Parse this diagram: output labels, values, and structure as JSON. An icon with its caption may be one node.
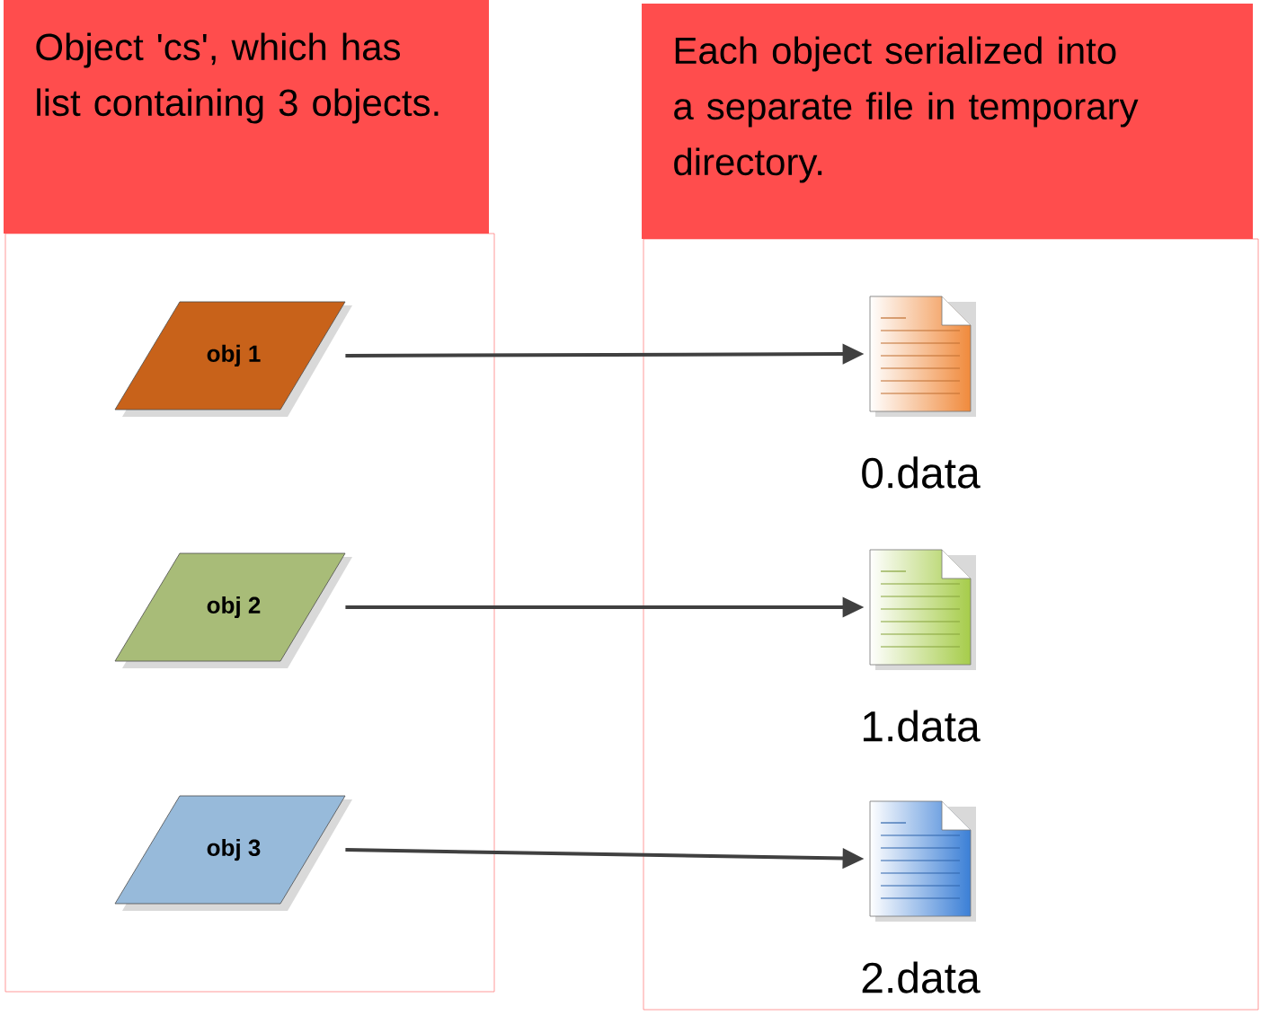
{
  "diagram": {
    "nodes": [
      {
        "text": [
          "Object 'cs', which has list containing 3 objects."
        ]
      },
      {
        "text": [
          "Each object serialized into a separate file in temporary directory."
        ]
      },
      {
        "text": [
          "obj 1"
        ],
        "in": 0
      },
      {
        "text": [
          "obj 2"
        ],
        "in": 0
      },
      {
        "text": [
          "obj 3"
        ],
        "in": 0
      },
      {
        "text": [],
        "shape": "document",
        "beside": [
          "0.data"
        ],
        "in": 1
      },
      {
        "text": [],
        "shape": "document",
        "beside": [
          "1.data"
        ],
        "in": 1
      },
      {
        "text": [],
        "shape": "document",
        "beside": [
          "2.data"
        ],
        "in": 1
      }
    ],
    "edges": [
      {
        "from": 2,
        "to": 5,
        "arrow": "to"
      },
      {
        "from": 3,
        "to": 6,
        "arrow": "to"
      },
      {
        "from": 4,
        "to": 7,
        "arrow": "to"
      }
    ]
  }
}
